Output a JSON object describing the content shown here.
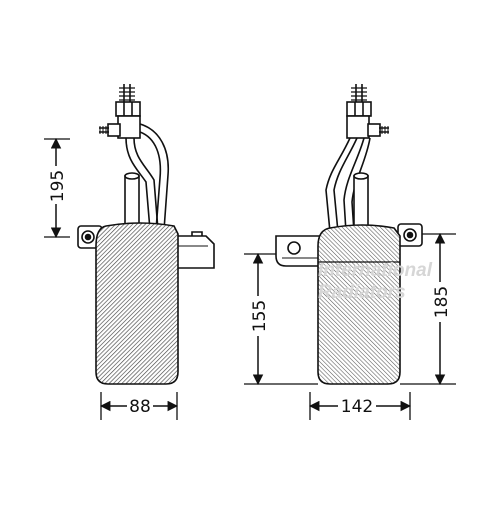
{
  "diagram": {
    "dimensions": {
      "left_height": "195",
      "left_width": "88",
      "right_body_height": "155",
      "right_total_height": "185",
      "right_width": "142"
    },
    "watermark": {
      "line1": "International",
      "line2": "Radiators"
    },
    "colors": {
      "ink": "#111111",
      "hatch": "#555555",
      "watermark": "#d6d6d6"
    }
  }
}
